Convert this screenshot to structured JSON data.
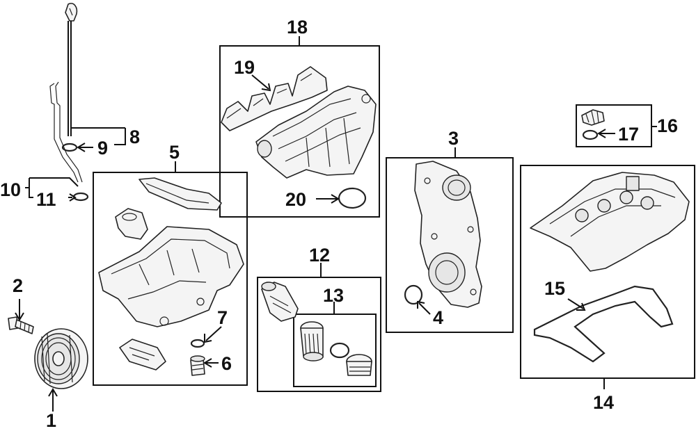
{
  "callouts": {
    "c1": "1",
    "c2": "2",
    "c3": "3",
    "c4": "4",
    "c5": "5",
    "c6": "6",
    "c7": "7",
    "c8": "8",
    "c9": "9",
    "c10": "10",
    "c11": "11",
    "c12": "12",
    "c13": "13",
    "c14": "14",
    "c15": "15",
    "c16": "16",
    "c17": "17",
    "c18": "18",
    "c19": "19",
    "c20": "20"
  },
  "icons": {
    "pulley": "crankshaft-pulley-icon",
    "bolt": "pulley-bolt-icon",
    "dipstick": "dipstick-icon",
    "oil-pan": "oil-pan-icon",
    "intake-manifold": "intake-manifold-icon",
    "timing-cover": "timing-cover-icon",
    "oil-filter": "oil-filter-icon",
    "valve-cover": "valve-cover-icon",
    "filler-cap": "oil-filler-cap-icon"
  },
  "colors": {
    "ink": "#111111",
    "background": "#ffffff"
  }
}
